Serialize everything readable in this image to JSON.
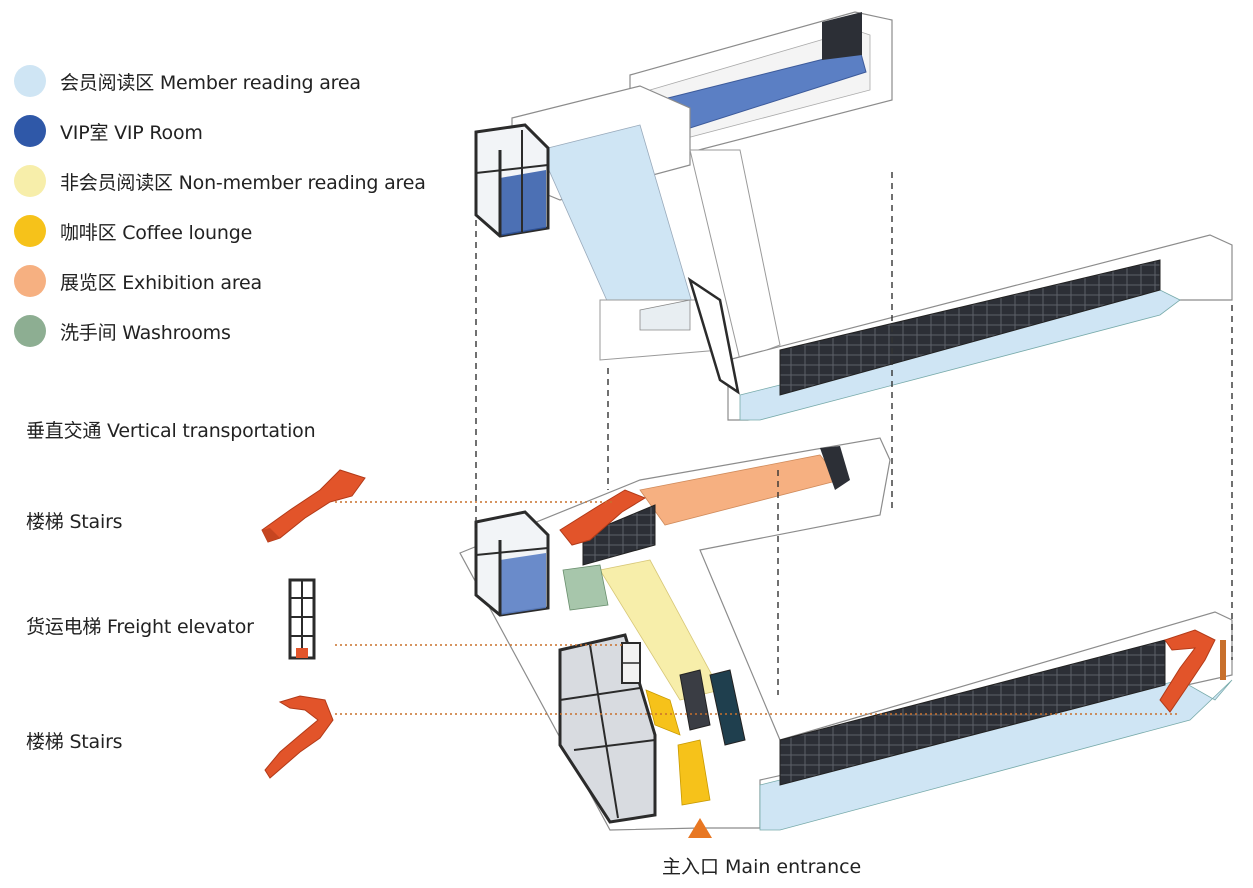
{
  "legend": [
    {
      "label": "会员阅读区 Member reading area",
      "color": "#cfe5f4"
    },
    {
      "label": "VIP室 VIP Room",
      "color": "#2f58a8"
    },
    {
      "label": "非会员阅读区 Non-member reading area",
      "color": "#f7eeaa"
    },
    {
      "label": "咖啡区  Coffee lounge",
      "color": "#f6c21a"
    },
    {
      "label": "展览区 Exhibition area",
      "color": "#f6b081"
    },
    {
      "label": "洗手间 Washrooms",
      "color": "#8dae92"
    }
  ],
  "vertical": {
    "title": "垂直交通 Vertical transportation",
    "stairs_upper": "楼梯 Stairs",
    "elevator": "货运电梯  Freight elevator",
    "stairs_lower": "楼梯 Stairs"
  },
  "entrance": "主入口 Main entrance",
  "colors": {
    "stair": "#e2542a",
    "guide": "#c8702c",
    "shelf": "#2c2f36",
    "wall": "#ffffff",
    "outline": "#9a9a9a",
    "entrance_marker": "#e87722"
  }
}
